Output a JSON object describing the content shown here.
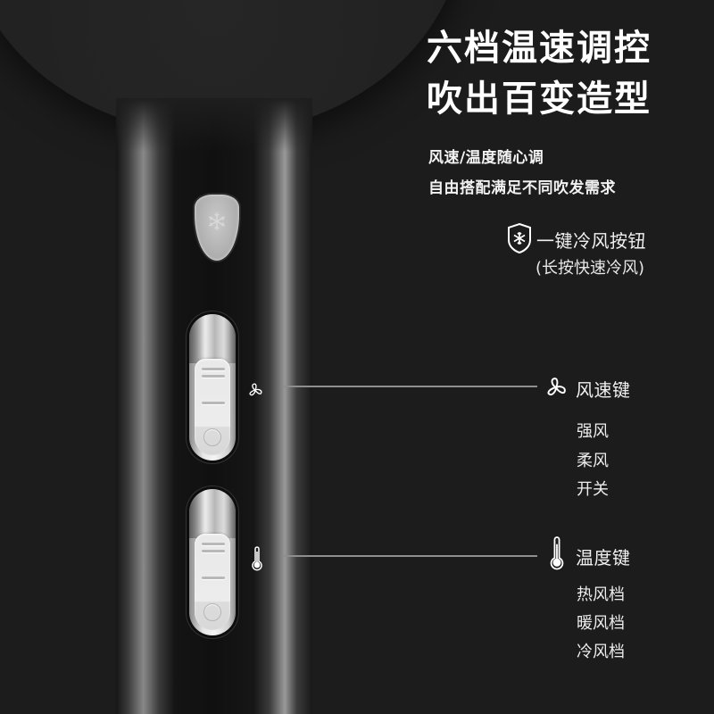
{
  "headline": {
    "line1": "六档温速调控",
    "line2": "吹出百变造型"
  },
  "subheadline": {
    "line1": "风速/温度随心调",
    "line2": "自由搭配满足不同吹发需求"
  },
  "cold_button": {
    "icon": "snowflake-shield-icon",
    "title": "一键冷风按钮",
    "note": "(长按快速冷风)"
  },
  "speed_key": {
    "icon": "fan-icon",
    "title": "风速键",
    "options": [
      "强风",
      "柔风",
      "开关"
    ]
  },
  "temperature_key": {
    "icon": "thermometer-icon",
    "title": "温度键",
    "options": [
      "热风档",
      "暖风档",
      "冷风档"
    ]
  },
  "colors": {
    "background": "#1c1c1c",
    "text": "#ffffff",
    "connector": "#8e8e8e",
    "button_silver": "#e8e8e8"
  }
}
